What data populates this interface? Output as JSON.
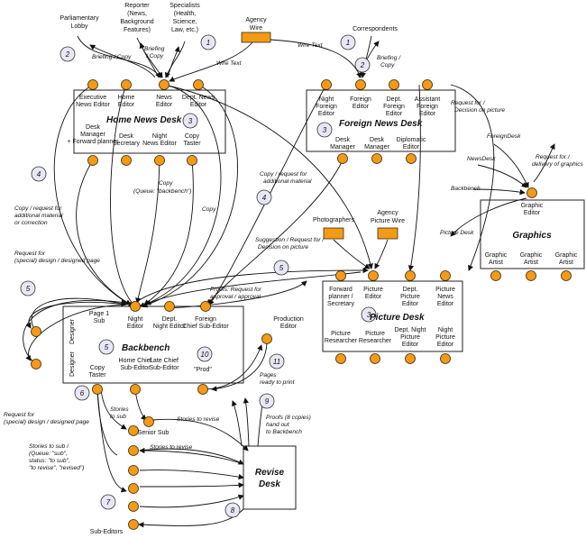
{
  "sources": {
    "lobby": [
      "Parliamentary",
      "Lobby"
    ],
    "reporter": [
      "Reporter",
      "(News,",
      "Background",
      "Features)"
    ],
    "specialists": [
      "Specialists",
      "(Health,",
      "Science,",
      "Law, etc.)"
    ],
    "agency_wire": [
      "Agency",
      "Wire"
    ],
    "correspondents": "Correspondents",
    "photographers": "Photographers",
    "agency_picture_wire": [
      "Agency",
      "Picture Wire"
    ]
  },
  "home_desk": {
    "title": "Home News Desk",
    "roles_top": [
      [
        "Executive",
        "News Editor"
      ],
      [
        "Home",
        "Editor"
      ],
      [
        "News",
        "Editor"
      ],
      [
        "Dept. News",
        "Editor"
      ]
    ],
    "roles_bottom": [
      [
        "Desk",
        "Manager",
        "+ Forward planner"
      ],
      [
        "Desk",
        "Secretary"
      ],
      [
        "Night",
        "News Editor"
      ],
      [
        "Copy",
        "Taster"
      ]
    ]
  },
  "foreign_desk": {
    "title": "Foreign News Desk",
    "roles_top": [
      [
        "Night",
        "Foreign",
        "Editor"
      ],
      [
        "Foreign",
        "Editor"
      ],
      [
        "Dept.",
        "Foreign",
        "Editor"
      ],
      [
        "Assistant",
        "Foreign",
        "Editor"
      ]
    ],
    "roles_bottom": [
      [
        "Desk",
        "Manager"
      ],
      [
        "Desk",
        "Manager"
      ],
      [
        "Diplomatic",
        "Editor"
      ]
    ]
  },
  "graphics": {
    "title": "Graphics",
    "roles_top": [
      [
        "Graphic",
        "Editor"
      ]
    ],
    "roles_bottom": [
      [
        "Graphic",
        "Artist"
      ],
      [
        "Graphic",
        "Artist"
      ],
      [
        "Graphic",
        "Artist"
      ]
    ]
  },
  "picture_desk": {
    "title": "Picture Desk",
    "roles_top": [
      [
        "Forward",
        "planner /",
        "Secretary"
      ],
      [
        "Picture",
        "Editor"
      ],
      [
        "Dept.",
        "Picture",
        "Editor"
      ],
      [
        "Picture",
        "News",
        "Editor"
      ]
    ],
    "roles_bottom": [
      [
        "Picture",
        "Researcher"
      ],
      [
        "Picture",
        "Researcher"
      ],
      [
        "Dept. Night",
        "Picture",
        "Editor"
      ],
      [
        "Night",
        "Picture",
        "Editor"
      ]
    ]
  },
  "backbench": {
    "title": "Backbench",
    "roles_top": [
      [
        "Page 1",
        "Sub"
      ],
      [
        "Night",
        "Editor"
      ],
      [
        "Dept.",
        "Night Editor"
      ],
      [
        "Foreign",
        "Chief Sub-Editor"
      ]
    ],
    "designers": [
      "Designer",
      "Designer"
    ],
    "roles_bottom": [
      [
        "Copy",
        "Taster"
      ],
      [
        "Home Chief",
        "Sub-Editor"
      ],
      [
        "Late Chief",
        "Sub-Editor"
      ]
    ],
    "prod": "\"Prod\"",
    "production_editor": [
      "Production",
      "Editor"
    ]
  },
  "revise_desk": {
    "title": [
      "Revise",
      "Desk"
    ],
    "senior_sub": "Senior Sub",
    "sub_editors": "Sub-Editors"
  },
  "edges": {
    "briefing_copy_1": "Briefing / Copy",
    "briefing_copy_2": [
      "Briefing",
      "/ Copy"
    ],
    "wire_text_1": "Wire Text",
    "wire_text_2": "Wire Text",
    "briefing_copy_3": [
      "Briefing /",
      "Copy"
    ],
    "request_picture": [
      "Request for /",
      "Decision on picture"
    ],
    "foreign_desk": "ForeignDesk",
    "news_desk": "NewsDesk",
    "backbench": "Backbench",
    "picture_desk": "Picture Desk",
    "request_graphics": [
      "Request for /",
      "delivery of graphics"
    ],
    "copy_additional": [
      "Copy / request for",
      "additional material"
    ],
    "suggestion": [
      "Suggestion / Request for /",
      "Decision on picture"
    ],
    "copy_request": [
      "Copy / request for",
      "additional material",
      "or correction"
    ],
    "copy_queue": [
      "Copy",
      "(Queue: \"backbench\")"
    ],
    "copy": "Copy",
    "request_design_1": [
      "Request for",
      "(special) design / designed page"
    ],
    "proofs_request": [
      "Proofs: Request for",
      "approval / approval"
    ],
    "request_design_2": [
      "Request for",
      "(special) design / designed page"
    ],
    "stories_to_sub": [
      "Stories",
      "to sub"
    ],
    "stories_to_revise_1": "Stories to revise",
    "stories_to_revise_2": "Stories to revise",
    "stories_queue": [
      "Stories to sub /",
      "(Queue: \"sub\",",
      "status: \"to sub\",",
      "\"to revise\", \"revised\")"
    ],
    "pages_ready": [
      "Pages",
      "ready to print"
    ],
    "proofs_copies": [
      "Proofs (8 copies)",
      "hand out",
      "to Backbench"
    ]
  },
  "steps": [
    "1",
    "2",
    "3",
    "4",
    "5",
    "6",
    "7",
    "8",
    "9",
    "10",
    "11"
  ]
}
